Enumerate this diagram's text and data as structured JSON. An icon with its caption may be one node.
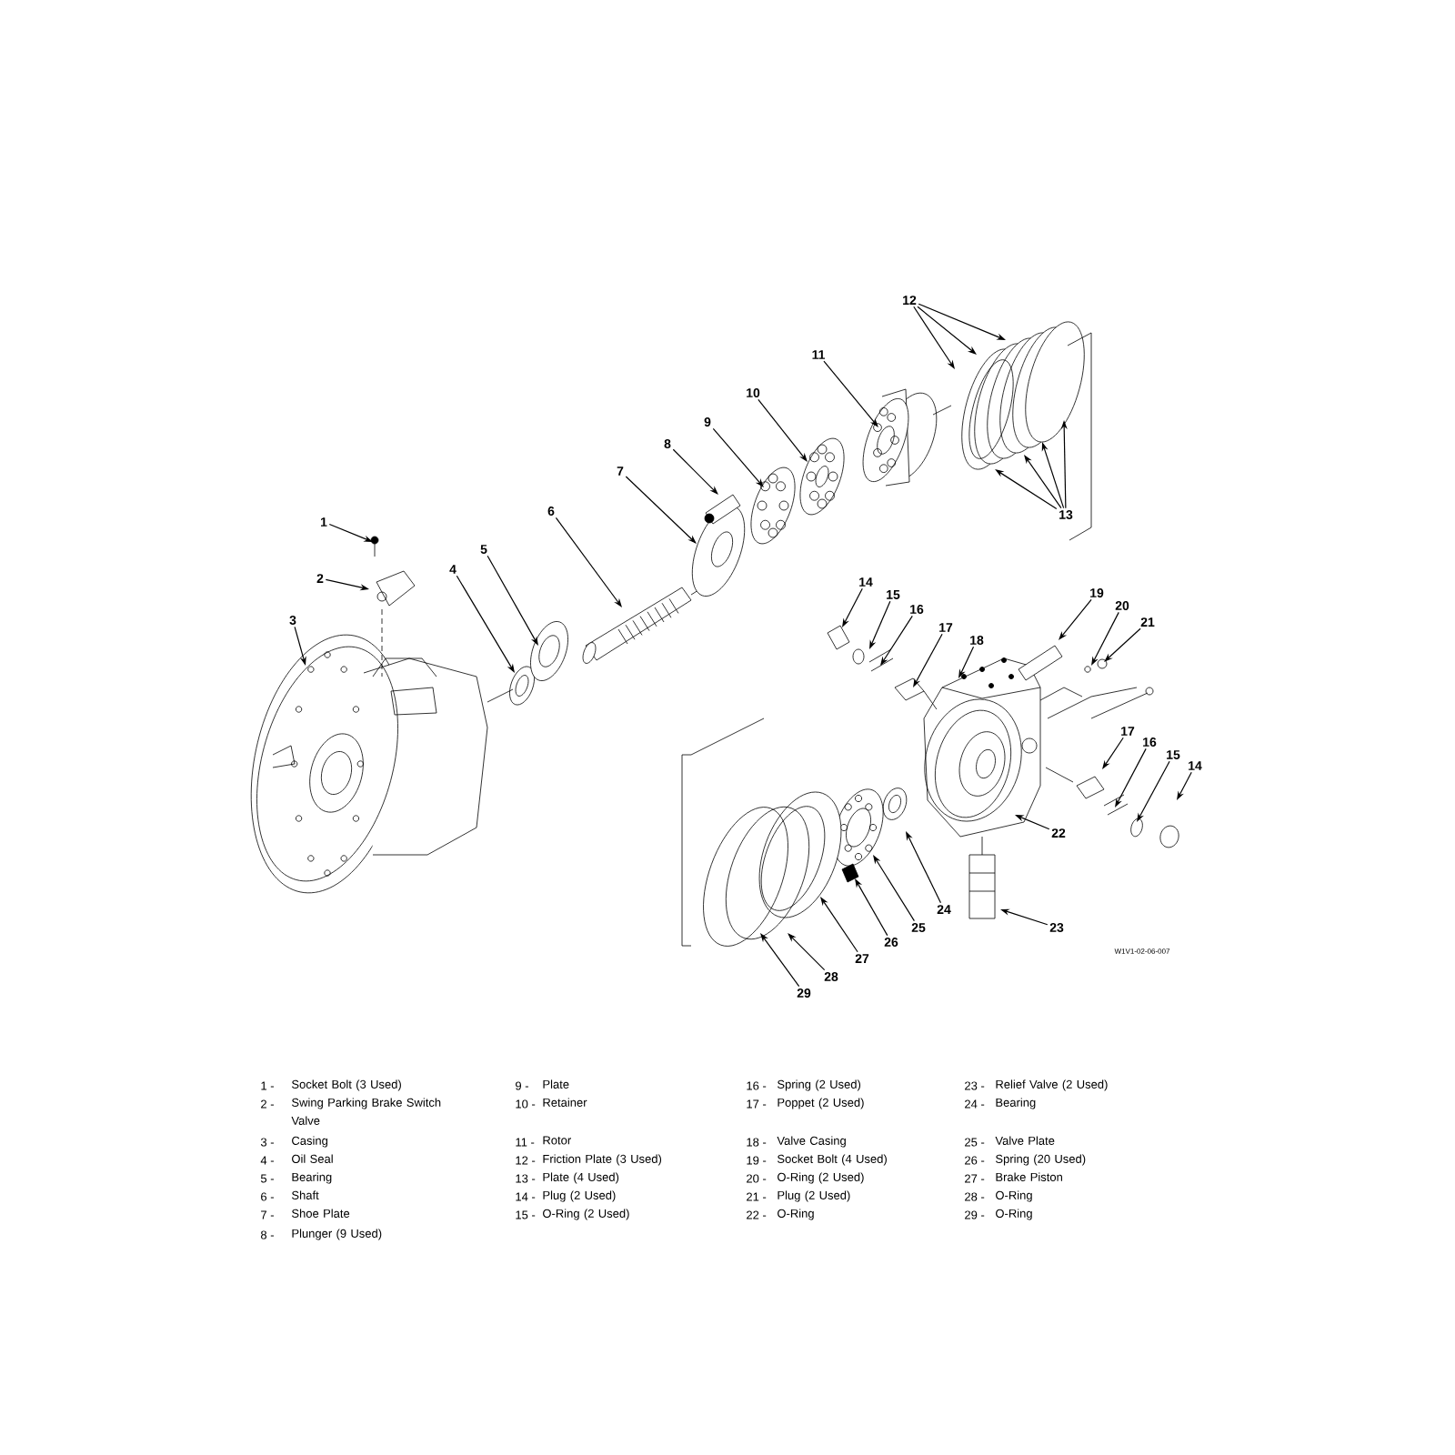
{
  "diagram": {
    "nodes": [
      {
        "text": [
          "1"
        ]
      },
      {
        "text": [
          "2"
        ]
      },
      {
        "text": [
          "3"
        ]
      },
      {
        "text": [
          "4"
        ]
      },
      {
        "text": [
          "5"
        ]
      },
      {
        "text": [
          "6"
        ]
      },
      {
        "text": [
          "7"
        ]
      },
      {
        "text": [
          "8"
        ]
      },
      {
        "text": [
          "9"
        ]
      },
      {
        "text": [
          "10"
        ]
      },
      {
        "text": [
          "11"
        ]
      },
      {
        "text": [
          "12"
        ]
      },
      {
        "text": [
          "13"
        ]
      },
      {
        "text": [
          "14"
        ]
      },
      {
        "text": [
          "15"
        ]
      },
      {
        "text": [
          "16"
        ]
      },
      {
        "text": [
          "17"
        ]
      },
      {
        "text": [
          "18"
        ]
      },
      {
        "text": [
          "19"
        ]
      },
      {
        "text": [
          "20"
        ]
      },
      {
        "text": [
          "21"
        ]
      },
      {
        "text": [
          "17"
        ]
      },
      {
        "text": [
          "16"
        ]
      },
      {
        "text": [
          "15"
        ]
      },
      {
        "text": [
          "14"
        ]
      },
      {
        "text": [
          "22"
        ]
      },
      {
        "text": [
          "23"
        ]
      },
      {
        "text": [
          "24"
        ]
      },
      {
        "text": [
          "25"
        ]
      },
      {
        "text": [
          "26"
        ]
      },
      {
        "text": [
          "27"
        ]
      },
      {
        "text": [
          "28"
        ]
      },
      {
        "text": [
          "29"
        ]
      }
    ],
    "edges": [
      {
        "from": 0,
        "to": null,
        "arrow": "to"
      },
      {
        "from": 1,
        "to": null,
        "arrow": "to"
      },
      {
        "from": 2,
        "to": null,
        "arrow": "to"
      },
      {
        "from": 3,
        "to": null,
        "arrow": "to"
      },
      {
        "from": 4,
        "to": null,
        "arrow": "to"
      },
      {
        "from": 5,
        "to": null,
        "arrow": "to"
      },
      {
        "from": 6,
        "to": null,
        "arrow": "to"
      },
      {
        "from": 7,
        "to": null,
        "arrow": "to"
      },
      {
        "from": 8,
        "to": null,
        "arrow": "to"
      },
      {
        "from": 9,
        "to": null,
        "arrow": "to"
      },
      {
        "from": 10,
        "to": null,
        "arrow": "to"
      },
      {
        "from": 11,
        "to": null,
        "arrow": "to"
      },
      {
        "from": 11,
        "to": null,
        "arrow": "to"
      },
      {
        "from": 11,
        "to": null,
        "arrow": "to"
      },
      {
        "from": 12,
        "to": null,
        "arrow": "to"
      },
      {
        "from": 12,
        "to": null,
        "arrow": "to"
      },
      {
        "from": 12,
        "to": null,
        "arrow": "to"
      },
      {
        "from": 12,
        "to": null,
        "arrow": "to"
      },
      {
        "from": 13,
        "to": null,
        "arrow": "to"
      },
      {
        "from": 14,
        "to": null,
        "arrow": "to"
      },
      {
        "from": 15,
        "to": null,
        "arrow": "to"
      },
      {
        "from": 16,
        "to": null,
        "arrow": "to"
      },
      {
        "from": 17,
        "to": null,
        "arrow": "to"
      },
      {
        "from": 18,
        "to": null,
        "arrow": "to"
      },
      {
        "from": 19,
        "to": null,
        "arrow": "to"
      },
      {
        "from": 20,
        "to": null,
        "arrow": "to"
      },
      {
        "from": 21,
        "to": null,
        "arrow": "to"
      },
      {
        "from": 22,
        "to": null,
        "arrow": "to"
      },
      {
        "from": 23,
        "to": null,
        "arrow": "to"
      },
      {
        "from": 24,
        "to": null,
        "arrow": "to"
      },
      {
        "from": 25,
        "to": null,
        "arrow": "to"
      },
      {
        "from": 26,
        "to": null,
        "arrow": "to"
      },
      {
        "from": 27,
        "to": null,
        "arrow": "to"
      },
      {
        "from": 28,
        "to": null,
        "arrow": "to"
      },
      {
        "from": 29,
        "to": null,
        "arrow": "to"
      },
      {
        "from": 30,
        "to": null,
        "arrow": "to"
      },
      {
        "from": 31,
        "to": null,
        "arrow": "to"
      },
      {
        "from": 32,
        "to": null,
        "arrow": "to"
      }
    ],
    "labels": [
      "1 -",
      "Socket Bolt (3 Used)",
      "2 -",
      "Swing Parking Brake Switch Valve",
      "3 -",
      "Casing",
      "4 -",
      "Oil Seal",
      "5 -",
      "Bearing",
      "6 -",
      "Shaft",
      "7 -",
      "Shoe Plate",
      "8 -",
      "Plunger (9 Used)",
      "9 -",
      "Plate",
      "10 -",
      "Retainer",
      "11 -",
      "Rotor",
      "12 -",
      "Friction Plate (3 Used)",
      "13 -",
      "Plate (4 Used)",
      "14 -",
      "Plug (2 Used)",
      "15 -",
      "O-Ring (2 Used)",
      "16 -",
      "Spring (2 Used)",
      "17 -",
      "Poppet (2 Used)",
      "18 -",
      "Valve Casing",
      "19 -",
      "Socket Bolt (4 Used)",
      "20 -",
      "O-Ring (2 Used)",
      "21 -",
      "Plug (2 Used)",
      "22 -",
      "O-Ring",
      "23 -",
      "Relief Valve (2 Used)",
      "24 -",
      "Bearing",
      "25 -",
      "Valve Plate",
      "26 -",
      "Spring (20 Used)",
      "27 -",
      "Brake Piston",
      "28 -",
      "O-Ring",
      "29 -",
      "O-Ring",
      "W1V1-02-06-007"
    ]
  }
}
